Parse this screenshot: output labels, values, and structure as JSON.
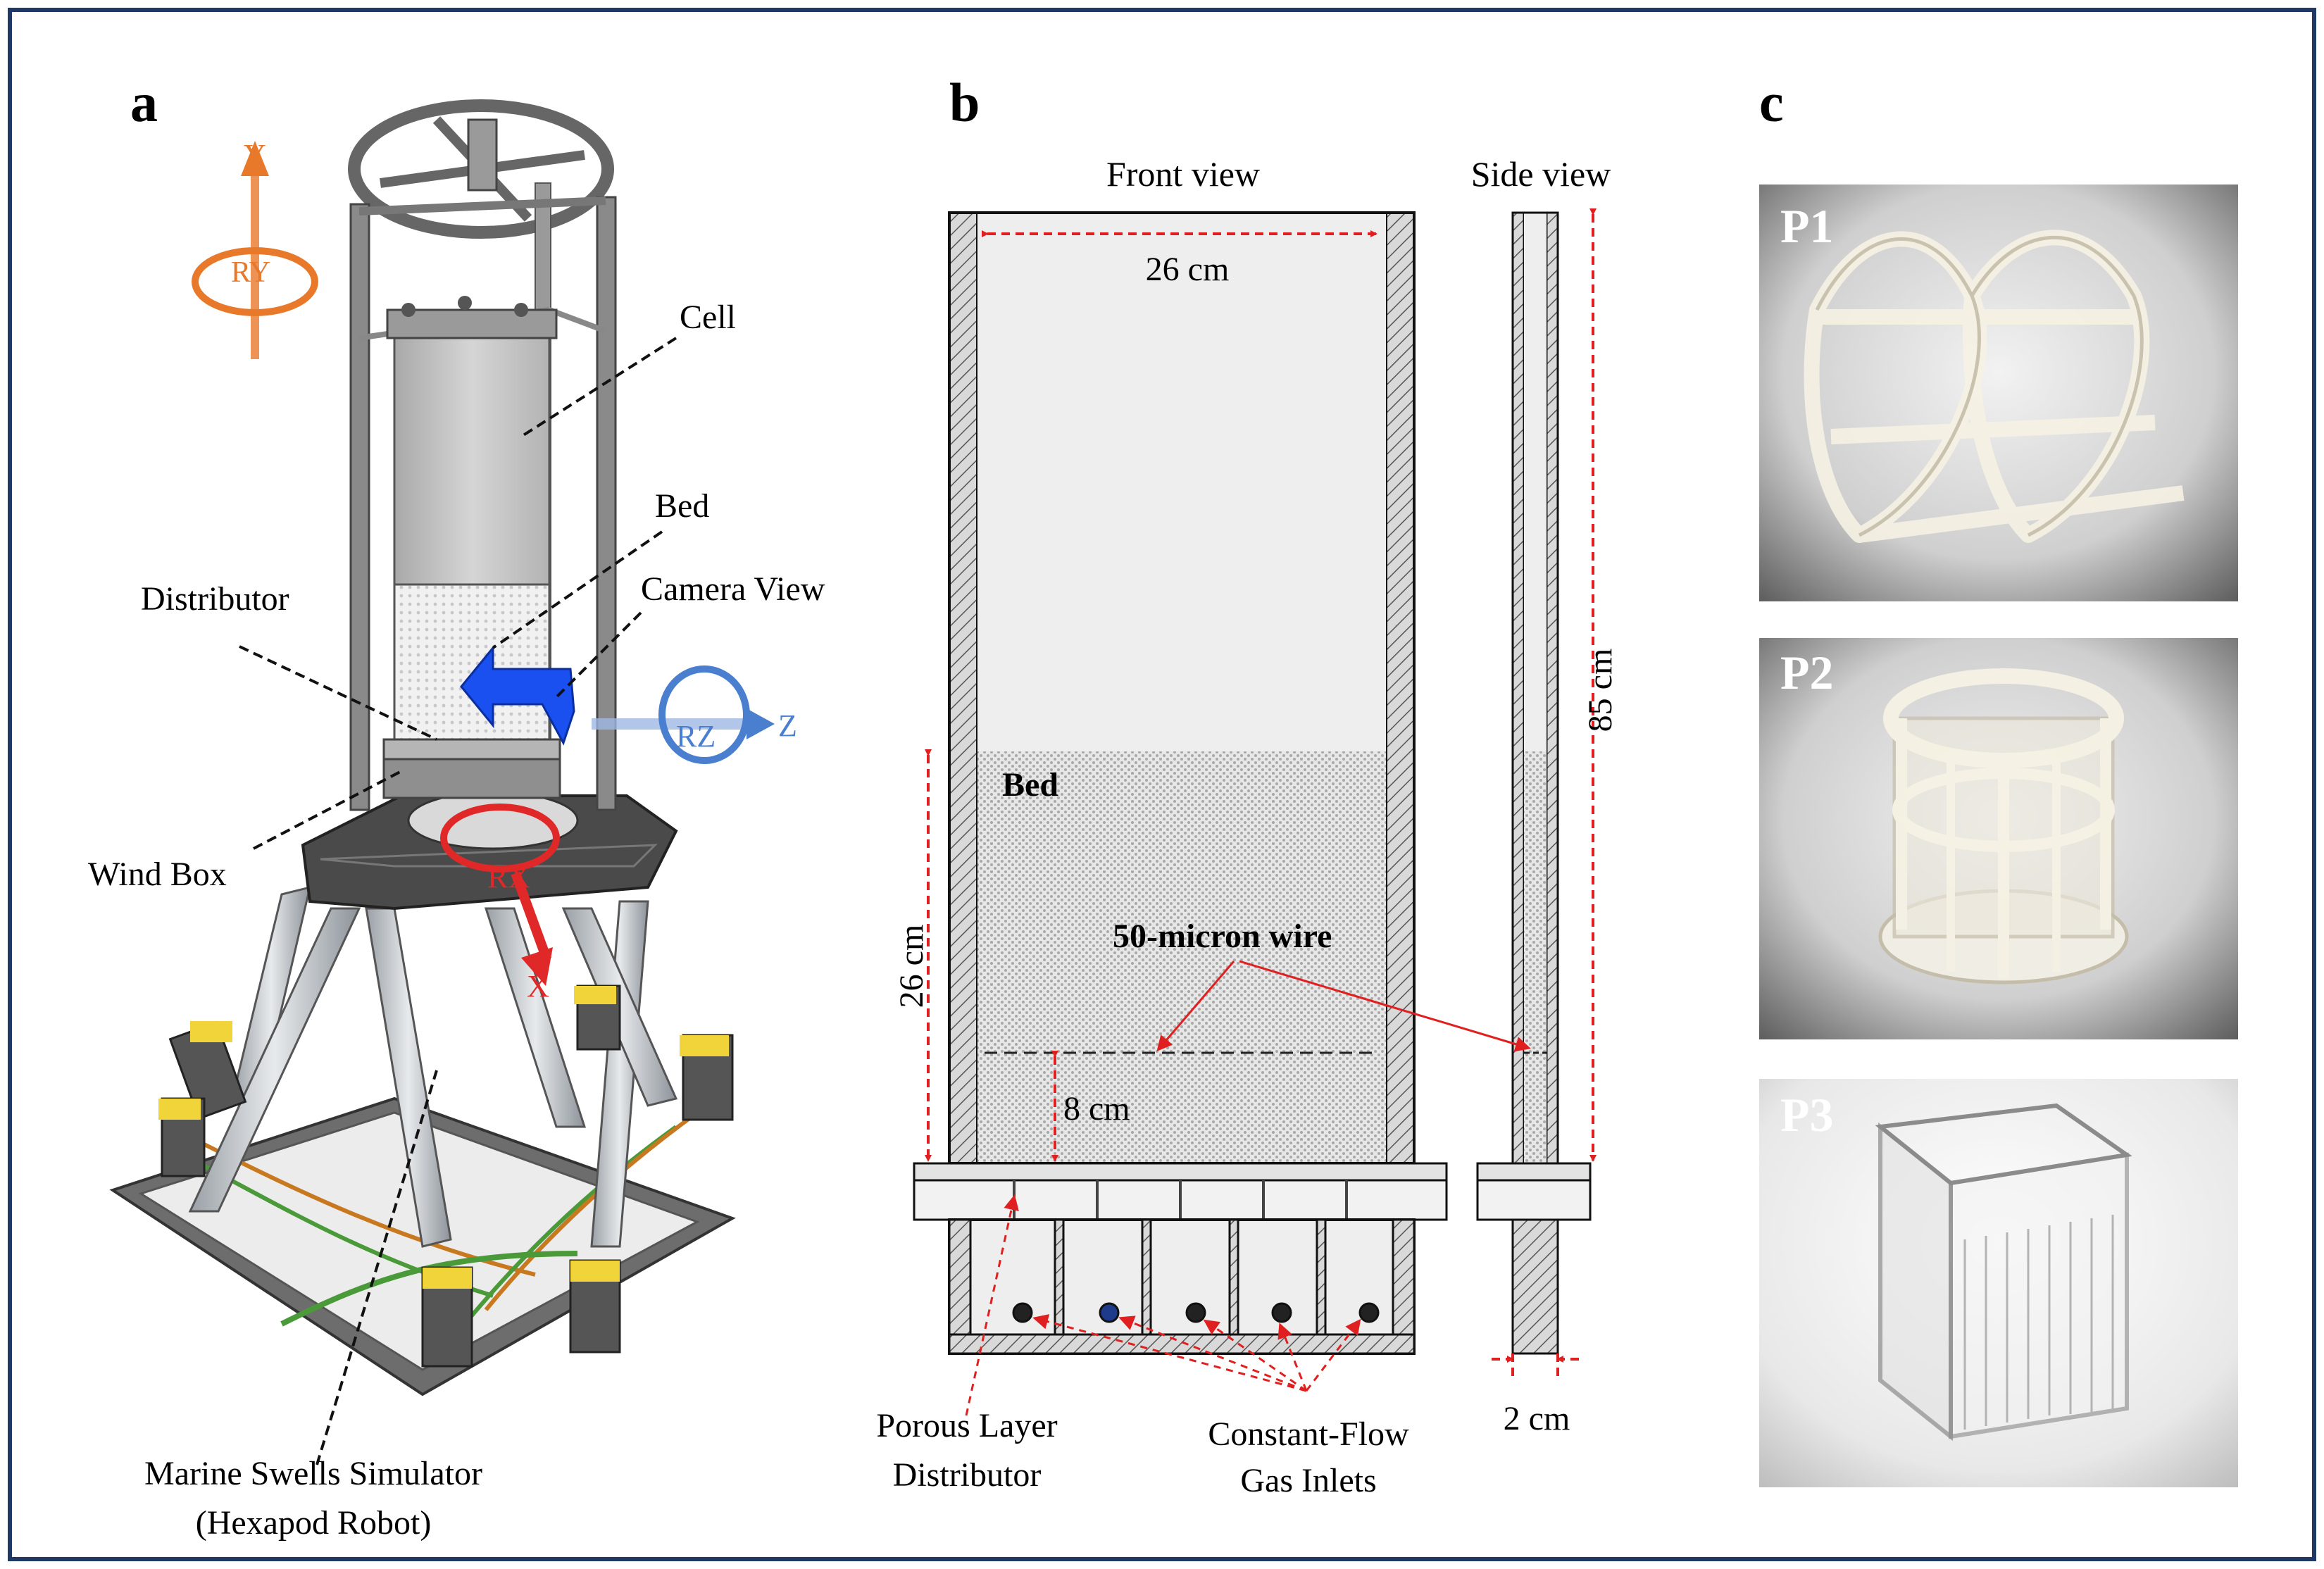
{
  "panels": {
    "a": {
      "letter": "a",
      "axes": {
        "y": "Y",
        "ry": "RY",
        "z": "Z",
        "rz": "RZ",
        "x": "X",
        "rx": "RX"
      },
      "labels": {
        "cell": "Cell",
        "bed": "Bed",
        "camera_view": "Camera View",
        "distributor": "Distributor",
        "wind_box": "Wind Box",
        "simulator_line1": "Marine Swells Simulator",
        "simulator_line2": "(Hexapod Robot)"
      }
    },
    "b": {
      "letter": "b",
      "front_view": "Front view",
      "side_view": "Side view",
      "dim_width": "26 cm",
      "dim_height_total": "85 cm",
      "dim_bed_height": "26 cm",
      "dim_wire_height": "8 cm",
      "dim_depth": "2 cm",
      "bed_label": "Bed",
      "wire_label": "50-micron wire",
      "porous_line1": "Porous Layer",
      "porous_line2": "Distributor",
      "inlets_line1": "Constant-Flow",
      "inlets_line2": "Gas Inlets"
    },
    "c": {
      "letter": "c",
      "photos": [
        "P1",
        "P2",
        "P3"
      ]
    }
  },
  "colors": {
    "frame_border": "#1f3864",
    "dimension_red": "#e02020",
    "axis_orange": "#e8782a",
    "axis_blue": "#4a7fd0",
    "axis_red": "#e02828",
    "camera_arrow": "#1a50f0"
  }
}
